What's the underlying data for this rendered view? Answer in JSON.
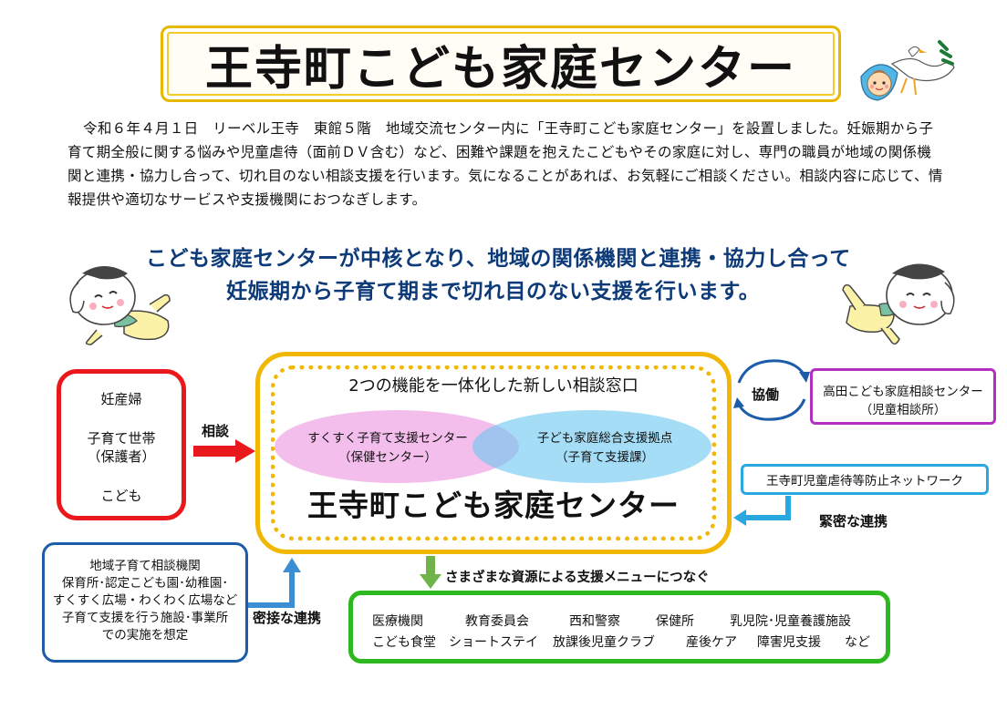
{
  "title": "王寺町こども家庭センター",
  "intro": "令和６年４月１日　リーベル王寺　東館５階　地域交流センター内に「王寺町こども家庭センター」を設置しました。妊娠期から子育て期全般に関する悩みや児童虐待（面前ＤＶ含む）など、困難や課題を抱えたこどもやその家庭に対し、専門の職員が地域の関係機関と連携・協力し合って、切れ目のない相談支援を行います。気になることがあれば、お気軽にご相談ください。相談内容に応じて、情報提供や適切なサービスや支援機関におつなぎします。",
  "headline": {
    "line1": "こども家庭センターが中核となり、地域の関係機関と連携・協力し合って",
    "line2": "妊娠期から子育て期まで切れ目のない支援を行います。"
  },
  "center": {
    "subtitle": "2つの機能を一体化した新しい相談窓口",
    "left_function": {
      "line1": "すくすく子育て支援センター",
      "line2": "（保健センター）"
    },
    "right_function": {
      "line1": "子ども家庭総合支援拠点",
      "line2": "（子育て支援課）"
    },
    "name": "王寺町こども家庭センター"
  },
  "clients": {
    "items": [
      "妊産婦",
      "子育て世帯",
      "（保護者）",
      "こども"
    ],
    "arrow_label": "相談"
  },
  "partner": {
    "line1": "高田こども家庭相談センター",
    "line2": "（児童相談所）",
    "cooperate_label": "協働"
  },
  "network": {
    "label": "王寺町児童虐待等防止ネットワーク",
    "link_label": "緊密な連携"
  },
  "local": {
    "lines": [
      "地域子育て相談機関",
      "保育所･認定こども園･幼稚園･",
      "すくすく広場・わくわく広場など",
      "子育て支援を行う施設･事業所",
      "での実施を想定"
    ],
    "link_label": "密接な連携"
  },
  "resources": {
    "label": "さまざまな資源による支援メニューにつなぐ",
    "row1": [
      "医療機関",
      "教育委員会",
      "西和警察",
      "保健所",
      "乳児院･児童養護施設"
    ],
    "row2": [
      "こども食堂",
      "ショートステイ",
      "放課後児童クラブ",
      "産後ケア",
      "障害児支援",
      "など"
    ]
  },
  "colors": {
    "title_border": "#f3cc29",
    "headline": "#0d3a78",
    "center_border": "#f2b705",
    "clients_border": "#e8181c",
    "partner_border": "#b22fc0",
    "network_border": "#29a7e0",
    "local_border": "#1d5ca8",
    "resources_border": "#2db81f",
    "left_function_fill": "#ee96e1",
    "right_function_fill": "#6ec8f0"
  },
  "icons": [
    "stork-baby-icon",
    "mascot-left-icon",
    "mascot-right-icon"
  ]
}
